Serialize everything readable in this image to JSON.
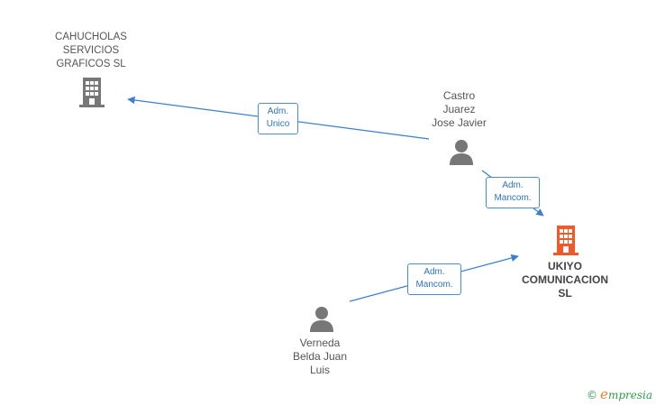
{
  "nodes": {
    "cahucholas": {
      "label": "CAHUCHOLAS\nSERVICIOS\nGRAFICOS  SL",
      "type": "company",
      "color": "#777777"
    },
    "castro": {
      "label": "Castro\nJuarez\nJose Javier",
      "type": "person",
      "color": "#777777"
    },
    "ukiyo": {
      "label": "UKIYO\nCOMUNICACION\nSL",
      "type": "company",
      "color": "#f05a2a"
    },
    "verneda": {
      "label": "Verneda\nBelda Juan\nLuis",
      "type": "person",
      "color": "#777777"
    }
  },
  "edges": [
    {
      "from": "castro",
      "to": "cahucholas",
      "label": "Adm.\nUnico"
    },
    {
      "from": "castro",
      "to": "ukiyo",
      "label": "Adm.\nMancom."
    },
    {
      "from": "verneda",
      "to": "ukiyo",
      "label": "Adm.\nMancom."
    }
  ],
  "colors": {
    "edge": "#3a7fd0",
    "badge_text": "#2f74c0",
    "icon_gray": "#777777",
    "icon_main": "#f05a2a"
  },
  "brand": {
    "symbol": "©",
    "name_initial": "e",
    "name_rest": "mpresia"
  }
}
